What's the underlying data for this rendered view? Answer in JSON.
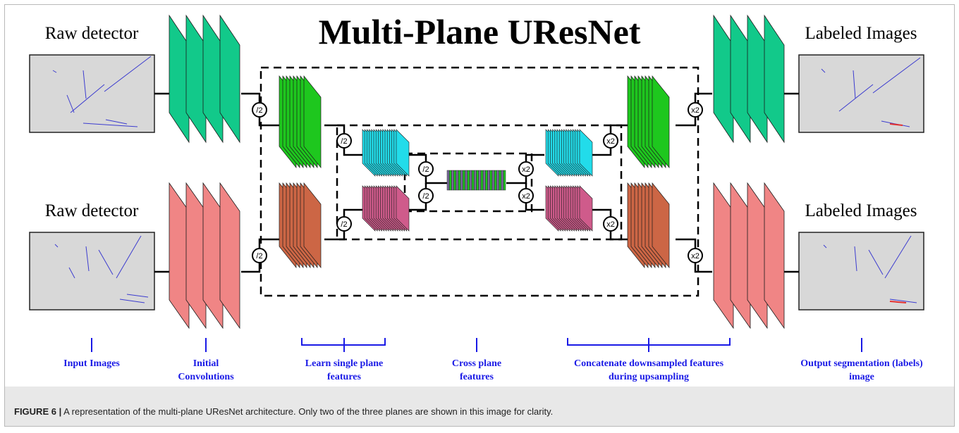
{
  "figure": {
    "title": "Multi-Plane UResNet",
    "input_label": "Raw detector",
    "output_label": "Labeled Images",
    "down_op": "/2",
    "up_op": "x2",
    "colors": {
      "initial_conv_top": "#12c98a",
      "initial_conv_bottom": "#f08585",
      "level1_top": "#1ec71e",
      "level1_bottom": "#cc6645",
      "level2_top": "#22dcea",
      "level2_bottom": "#cf5b8b",
      "cross_plane": "#7a6aa0",
      "annotation": "#1a1ae6",
      "detector_bg": "#d8d8d8",
      "track": "#3c3ccf",
      "track_label": "#e23030"
    },
    "annotations": [
      {
        "line1": "Input Images",
        "line2": ""
      },
      {
        "line1": "Initial",
        "line2": "Convolutions"
      },
      {
        "line1": "Learn single plane",
        "line2": "features"
      },
      {
        "line1": "Cross plane",
        "line2": "features"
      },
      {
        "line1": "Concatenate downsampled features",
        "line2": "during upsampling"
      },
      {
        "line1": "Output segmentation (labels)",
        "line2": "image"
      }
    ]
  },
  "caption": {
    "label": "FIGURE 6 |",
    "text": " A representation of the multi-plane UResNet architecture. Only two of the three planes are shown in this image for clarity."
  }
}
